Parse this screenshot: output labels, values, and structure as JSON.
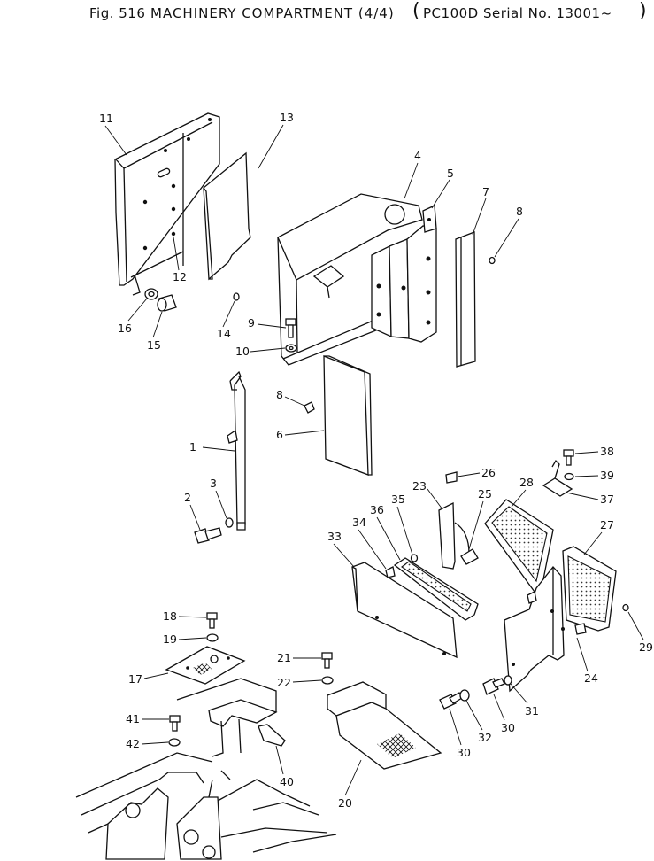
{
  "figure": {
    "label": "Fig. 516",
    "title": "MACHINERY COMPARTMENT (4/4)",
    "serial": "PC100D Serial No. 13001~"
  },
  "callouts": [
    {
      "id": "c1",
      "text": "1"
    },
    {
      "id": "c2",
      "text": "2"
    },
    {
      "id": "c3",
      "text": "3"
    },
    {
      "id": "c4",
      "text": "4"
    },
    {
      "id": "c5",
      "text": "5"
    },
    {
      "id": "c6",
      "text": "6"
    },
    {
      "id": "c7",
      "text": "7"
    },
    {
      "id": "c8a",
      "text": "8"
    },
    {
      "id": "c8b",
      "text": "8"
    },
    {
      "id": "c9",
      "text": "9"
    },
    {
      "id": "c10",
      "text": "10"
    },
    {
      "id": "c11",
      "text": "11"
    },
    {
      "id": "c12",
      "text": "12"
    },
    {
      "id": "c13",
      "text": "13"
    },
    {
      "id": "c14",
      "text": "14"
    },
    {
      "id": "c15",
      "text": "15"
    },
    {
      "id": "c16",
      "text": "16"
    },
    {
      "id": "c17",
      "text": "17"
    },
    {
      "id": "c18",
      "text": "18"
    },
    {
      "id": "c19",
      "text": "19"
    },
    {
      "id": "c20",
      "text": "20"
    },
    {
      "id": "c21",
      "text": "21"
    },
    {
      "id": "c22",
      "text": "22"
    },
    {
      "id": "c23",
      "text": "23"
    },
    {
      "id": "c24",
      "text": "24"
    },
    {
      "id": "c25",
      "text": "25"
    },
    {
      "id": "c26",
      "text": "26"
    },
    {
      "id": "c27",
      "text": "27"
    },
    {
      "id": "c28",
      "text": "28"
    },
    {
      "id": "c29",
      "text": "29"
    },
    {
      "id": "c30a",
      "text": "30"
    },
    {
      "id": "c30b",
      "text": "30"
    },
    {
      "id": "c31",
      "text": "31"
    },
    {
      "id": "c32",
      "text": "32"
    },
    {
      "id": "c33",
      "text": "33"
    },
    {
      "id": "c34",
      "text": "34"
    },
    {
      "id": "c35",
      "text": "35"
    },
    {
      "id": "c36",
      "text": "36"
    },
    {
      "id": "c37",
      "text": "37"
    },
    {
      "id": "c38",
      "text": "38"
    },
    {
      "id": "c39",
      "text": "39"
    },
    {
      "id": "c40",
      "text": "40"
    },
    {
      "id": "c41",
      "text": "41"
    },
    {
      "id": "c42",
      "text": "42"
    }
  ]
}
